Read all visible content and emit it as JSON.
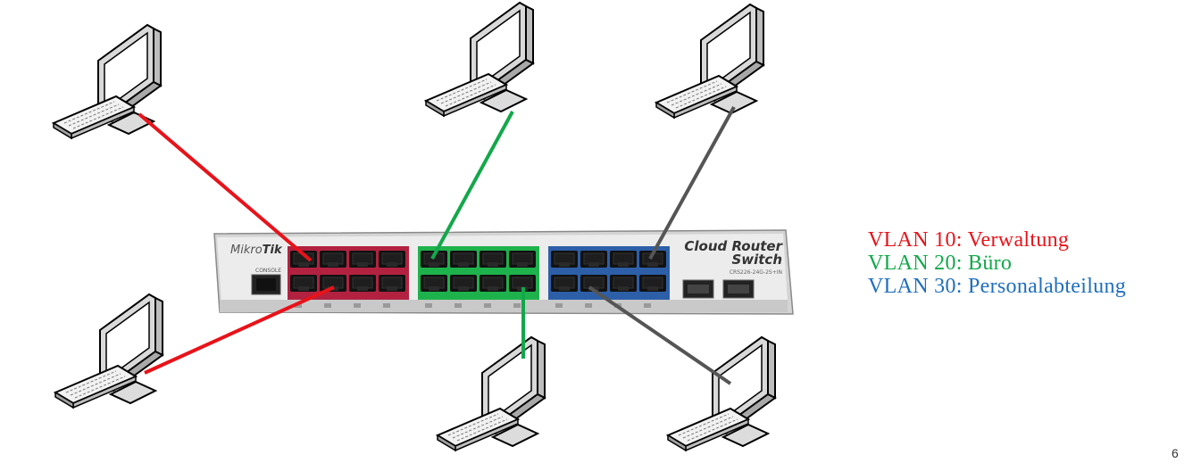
{
  "switch": {
    "brand_prefix": "Mikro",
    "brand_suffix": "Tik",
    "title_line1": "Cloud Router",
    "title_line2": "Switch",
    "model": "CRS226-24G-2S+IN",
    "console_label": "CONSOLE"
  },
  "legend": [
    {
      "text": "VLAN 10: Verwaltung",
      "color": "#e8131a"
    },
    {
      "text": "VLAN 20: Büro",
      "color": "#12a84a"
    },
    {
      "text": "VLAN 30: Personalabteilung",
      "color": "#1f6fbd"
    }
  ],
  "colors": {
    "vlan10": "#e8131a",
    "vlan20": "#12a84a",
    "vlan30": "#1f6fbd",
    "uplink": "#555555",
    "vlan10_fill": "#b22240",
    "vlan20_fill": "#1eb24c",
    "vlan30_fill": "#2d5fa8"
  },
  "page_number": "6"
}
